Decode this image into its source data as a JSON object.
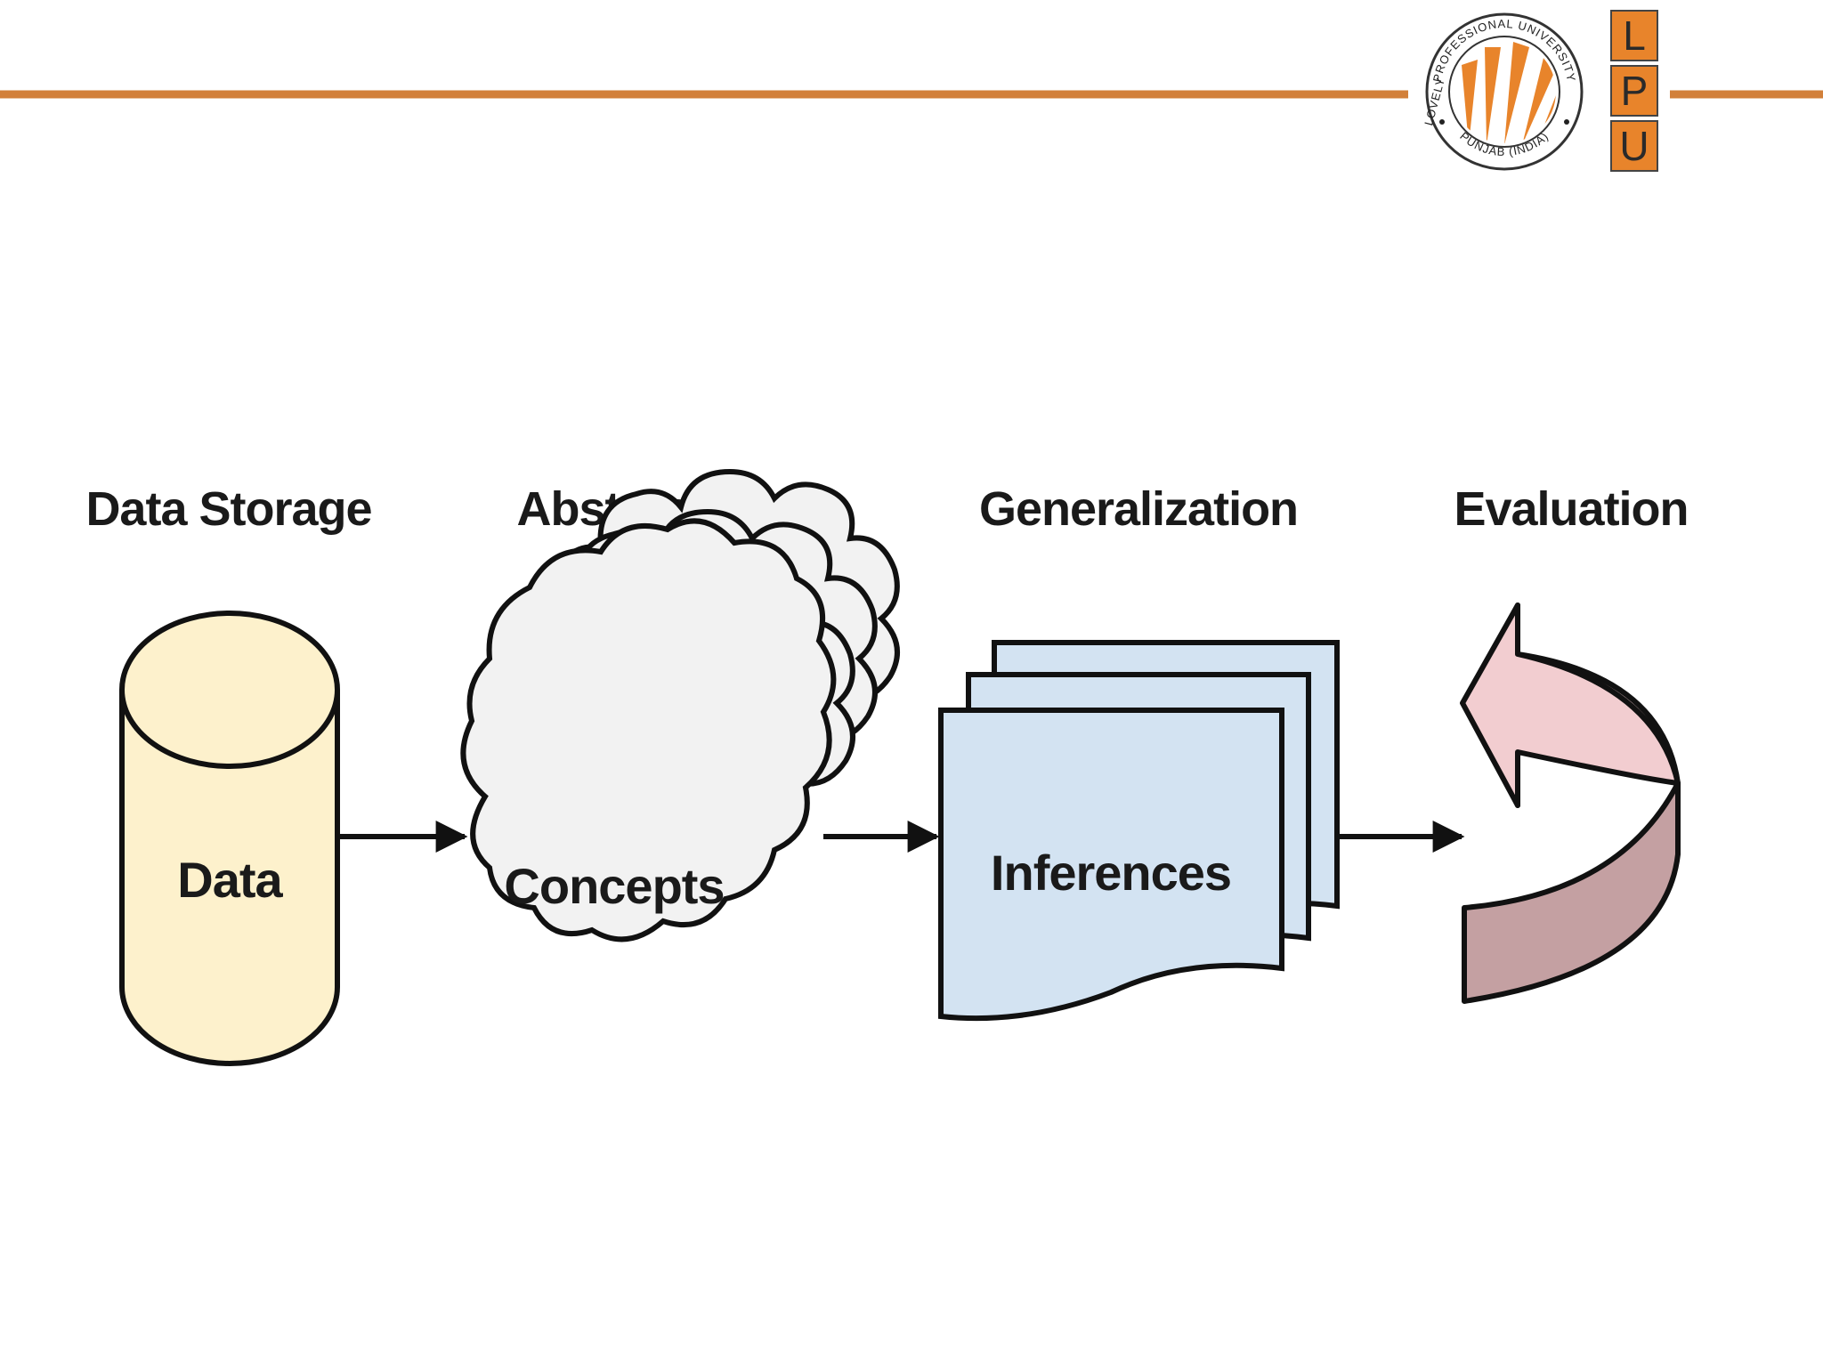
{
  "colors": {
    "accent_line": "#D2803A",
    "storage_fill": "#FDF1CC",
    "cloud_fill": "#F2F2F2",
    "doc_fill": "#D3E3F2",
    "arrow_light": "#F2CDD0",
    "arrow_dark": "#C4A0A2",
    "logo_orange": "#E8842B",
    "outline": "#111111"
  },
  "header": {
    "logo": {
      "seal_top_text": "PROFESSIONAL UNIVERSITY",
      "seal_left_text": "LOVELY",
      "seal_bottom_text": "PUNJAB (INDIA)",
      "letters": [
        "L",
        "P",
        "U"
      ]
    }
  },
  "diagram": {
    "stages": [
      {
        "title": "Data Storage",
        "label": "Data",
        "icon": "database-cylinder-icon"
      },
      {
        "title": "Abstraction",
        "label": "Concepts",
        "icon": "cloud-stack-icon"
      },
      {
        "title": "Generalization",
        "label": "Inferences",
        "icon": "document-stack-icon"
      },
      {
        "title": "Evaluation",
        "label": "",
        "icon": "curved-return-arrow-icon"
      }
    ]
  }
}
